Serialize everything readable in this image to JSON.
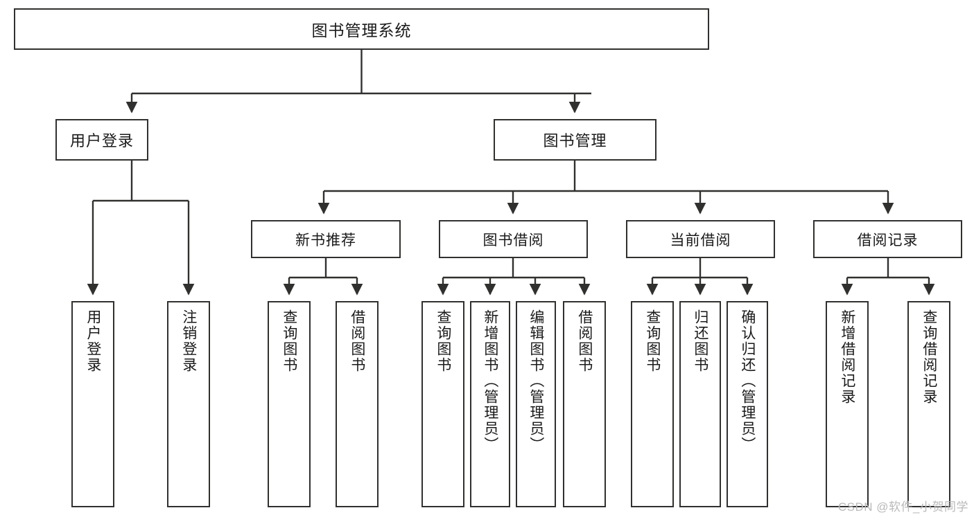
{
  "diagram": {
    "title": "图书管理系统",
    "type": "tree-hierarchy",
    "orientation": "top-down",
    "edge_style": "orthogonal-arrow",
    "colors": {
      "box_border": "#30302f",
      "box_fill": "#ffffff",
      "line": "#30302f",
      "text": "#1a1a1a",
      "watermark": "#b9b9b9",
      "background": "#ffffff"
    }
  },
  "root": {
    "label": "图书管理系统"
  },
  "level1": [
    {
      "label": "用户登录"
    },
    {
      "label": "图书管理"
    }
  ],
  "categories": [
    {
      "label": "新书推荐"
    },
    {
      "label": "图书借阅"
    },
    {
      "label": "当前借阅"
    },
    {
      "label": "借阅记录"
    }
  ],
  "leaves": {
    "user_login": [
      {
        "label": "用户登录"
      },
      {
        "label": "注销登录"
      }
    ],
    "new_book_recommend": [
      {
        "label": "查询图书"
      },
      {
        "label": "借阅图书"
      }
    ],
    "book_borrow": [
      {
        "label": "查询图书"
      },
      {
        "label": "新增图书（管理员）"
      },
      {
        "label": "编辑图书（管理员）"
      },
      {
        "label": "借阅图书"
      }
    ],
    "current_borrow": [
      {
        "label": "查询图书"
      },
      {
        "label": "归还图书"
      },
      {
        "label": "确认归还（管理员）"
      }
    ],
    "borrow_record": [
      {
        "label": "新增借阅记录"
      },
      {
        "label": "查询借阅记录"
      }
    ]
  },
  "watermark": {
    "text": "CSDN @软件_小贺同学"
  }
}
